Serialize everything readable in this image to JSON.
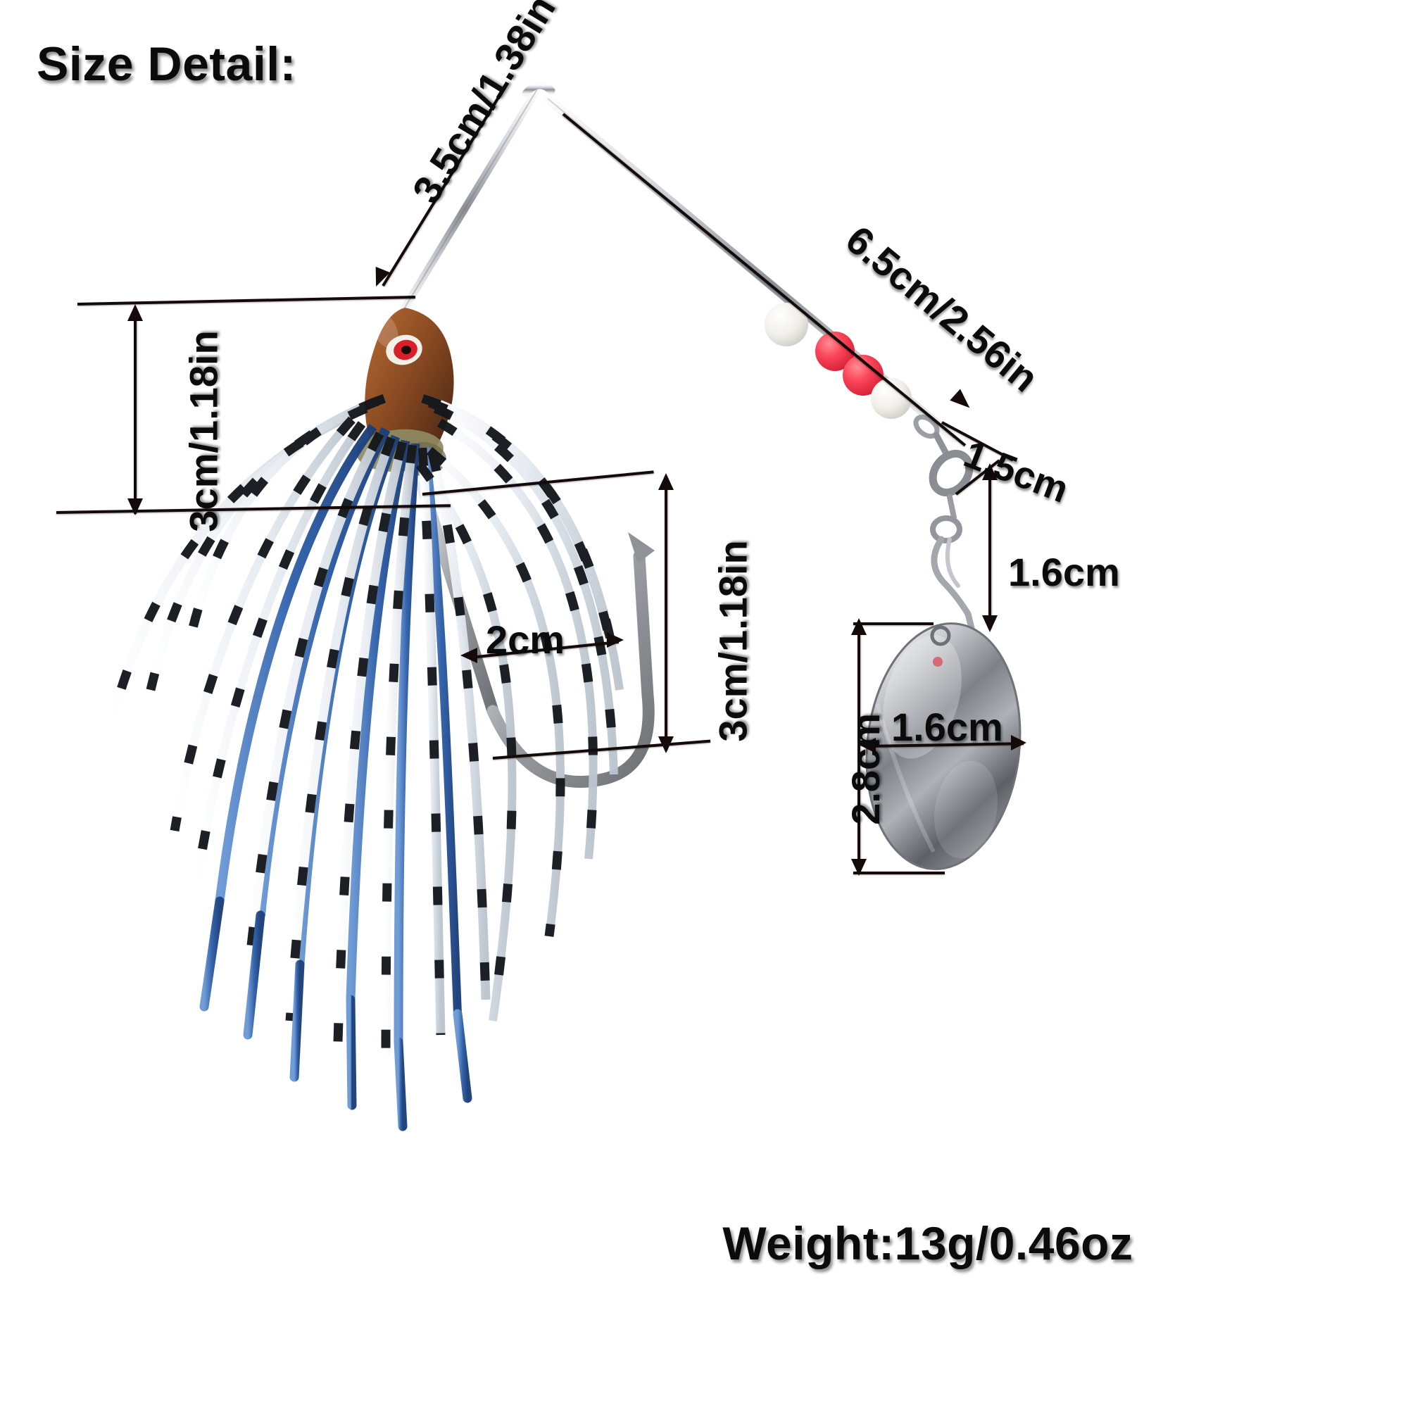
{
  "page": {
    "title": "Size Detail:",
    "background": "#ffffff",
    "text_color": "#0b0b0b"
  },
  "product": {
    "type": "spinnerbait-fishing-lure",
    "weight_label": "Weight:13g/0.46oz",
    "colors": {
      "head_brown": "#8a4a22",
      "head_dark": "#4a2510",
      "eye_red": "#d81f2a",
      "skirt_blue": "#2f5fa8",
      "skirt_white": "#eef2f6",
      "skirt_black": "#1a1d22",
      "wire_silver": "#b9bdc2",
      "bead_white": "#f4f4f0",
      "bead_red": "#fb4759",
      "blade_silver": "#9a9ea3",
      "hook_steel": "#8d8f93"
    }
  },
  "measurements": [
    {
      "id": "arm-upper",
      "label": "3.5cm/1.38in",
      "value_cm": 3.5,
      "value_in": 1.38,
      "orientation": "diagonal-up"
    },
    {
      "id": "arm-lower",
      "label": "6.5cm/2.56in",
      "value_cm": 6.5,
      "value_in": 2.56,
      "orientation": "diagonal-down"
    },
    {
      "id": "skirt-height-left",
      "label": "3cm/1.18in",
      "value_cm": 3.0,
      "value_in": 1.18,
      "orientation": "vertical"
    },
    {
      "id": "skirt-height-right",
      "label": "3cm/1.18in",
      "value_cm": 3.0,
      "value_in": 1.18,
      "orientation": "vertical"
    },
    {
      "id": "hook-gap",
      "label": "2cm",
      "value_cm": 2.0,
      "orientation": "horizontal"
    },
    {
      "id": "swivel",
      "label": "1.5cm",
      "value_cm": 1.5,
      "orientation": "diagonal-down"
    },
    {
      "id": "clip",
      "label": "1.6cm",
      "value_cm": 1.6,
      "orientation": "horizontal"
    },
    {
      "id": "blade-width",
      "label": "1.6cm",
      "value_cm": 1.6,
      "orientation": "horizontal"
    },
    {
      "id": "blade-height",
      "label": "2.8cm",
      "value_cm": 2.8,
      "orientation": "vertical"
    }
  ],
  "labels": {
    "arm_upper": "3.5cm/1.38in",
    "arm_lower": "6.5cm/2.56in",
    "skirt_left": "3cm/1.18in",
    "skirt_right": "3cm/1.18in",
    "hook_gap": "2cm",
    "swivel": "1.5cm",
    "clip": "1.6cm",
    "blade_width": "1.6cm",
    "blade_height": "2.8cm",
    "weight": "Weight:13g/0.46oz"
  }
}
